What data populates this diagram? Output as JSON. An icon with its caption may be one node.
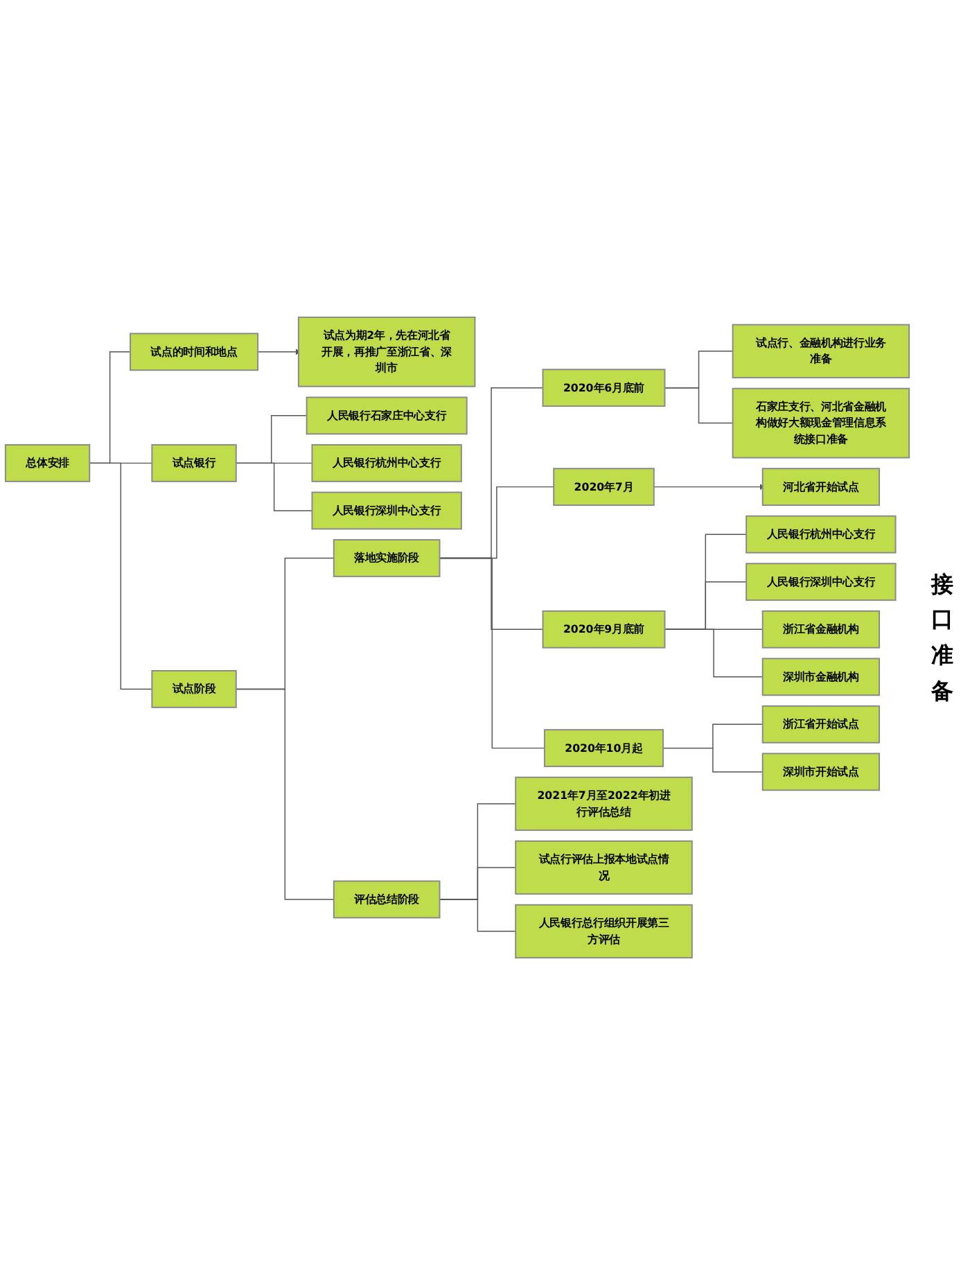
{
  "diagram": {
    "nodes": [
      {
        "text": [
          "总体安排"
        ]
      },
      {
        "text": [
          "试点的时间和地点"
        ]
      },
      {
        "text": [
          "试点为期2年，先在河北省开展，再推广至浙江省、深圳市"
        ]
      },
      {
        "text": [
          "试点银行"
        ]
      },
      {
        "text": [
          "人民银行石家庄中心支行"
        ]
      },
      {
        "text": [
          "人民银行杭州中心支行"
        ]
      },
      {
        "text": [
          "人民银行深圳中心支行"
        ]
      },
      {
        "text": [
          "试点阶段"
        ]
      },
      {
        "text": [
          "落地实施阶段"
        ]
      },
      {
        "text": [
          "2020年6月底前"
        ]
      },
      {
        "text": [
          "试点行、金融机构进行业务准备"
        ]
      },
      {
        "text": [
          "石家庄支行、河北省金融机构做好大额现金管理信息系统接口准备"
        ]
      },
      {
        "text": [
          "2020年7月"
        ]
      },
      {
        "text": [
          "河北省开始试点"
        ]
      },
      {
        "text": [
          "2020年9月底前"
        ]
      },
      {
        "text": [
          "人民银行杭州中心支行"
        ]
      },
      {
        "text": [
          "人民银行深圳中心支行"
        ]
      },
      {
        "text": [
          "浙江省金融机构"
        ]
      },
      {
        "text": [
          "深圳市金融机构"
        ]
      },
      {
        "text": [
          "2020年10月起"
        ]
      },
      {
        "text": [
          "浙江省开始试点"
        ]
      },
      {
        "text": [
          "深圳市开始试点"
        ]
      },
      {
        "text": [
          "评估总结阶段"
        ]
      },
      {
        "text": [
          "2021年7月至2022年初进行评估总结"
        ]
      },
      {
        "text": [
          "试点行评估上报本地试点情况"
        ]
      },
      {
        "text": [
          "人民银行总行组织开展第三方评估"
        ]
      }
    ],
    "edges": [
      {
        "from": 0,
        "to": 1,
        "arrow": "none"
      },
      {
        "from": 1,
        "to": 2,
        "arrow": "to"
      },
      {
        "from": 0,
        "to": 3,
        "arrow": "none"
      },
      {
        "from": 3,
        "to": 4,
        "arrow": "none"
      },
      {
        "from": 3,
        "to": 5,
        "arrow": "none"
      },
      {
        "from": 3,
        "to": 6,
        "arrow": "none"
      },
      {
        "from": 0,
        "to": 7,
        "arrow": "none"
      },
      {
        "from": 7,
        "to": 8,
        "arrow": "none"
      },
      {
        "from": 8,
        "to": 9,
        "arrow": "none"
      },
      {
        "from": 9,
        "to": 10,
        "arrow": "none"
      },
      {
        "from": 9,
        "to": 11,
        "arrow": "none"
      },
      {
        "from": 8,
        "to": 12,
        "arrow": "none"
      },
      {
        "from": 12,
        "to": 13,
        "arrow": "to"
      },
      {
        "from": 8,
        "to": 14,
        "arrow": "none"
      },
      {
        "from": 14,
        "to": 15,
        "arrow": "none"
      },
      {
        "from": 14,
        "to": 16,
        "arrow": "none"
      },
      {
        "from": 14,
        "to": 17,
        "arrow": "none"
      },
      {
        "from": 14,
        "to": 18,
        "arrow": "none"
      },
      {
        "from": 8,
        "to": 19,
        "arrow": "none"
      },
      {
        "from": 19,
        "to": 20,
        "arrow": "none"
      },
      {
        "from": 19,
        "to": 21,
        "arrow": "none"
      },
      {
        "from": 7,
        "to": 22,
        "arrow": "none"
      },
      {
        "from": 22,
        "to": 23,
        "arrow": "none"
      },
      {
        "from": 22,
        "to": 24,
        "arrow": "none"
      },
      {
        "from": 22,
        "to": 25,
        "arrow": "none"
      }
    ],
    "labels": [
      "接口准备"
    ]
  }
}
